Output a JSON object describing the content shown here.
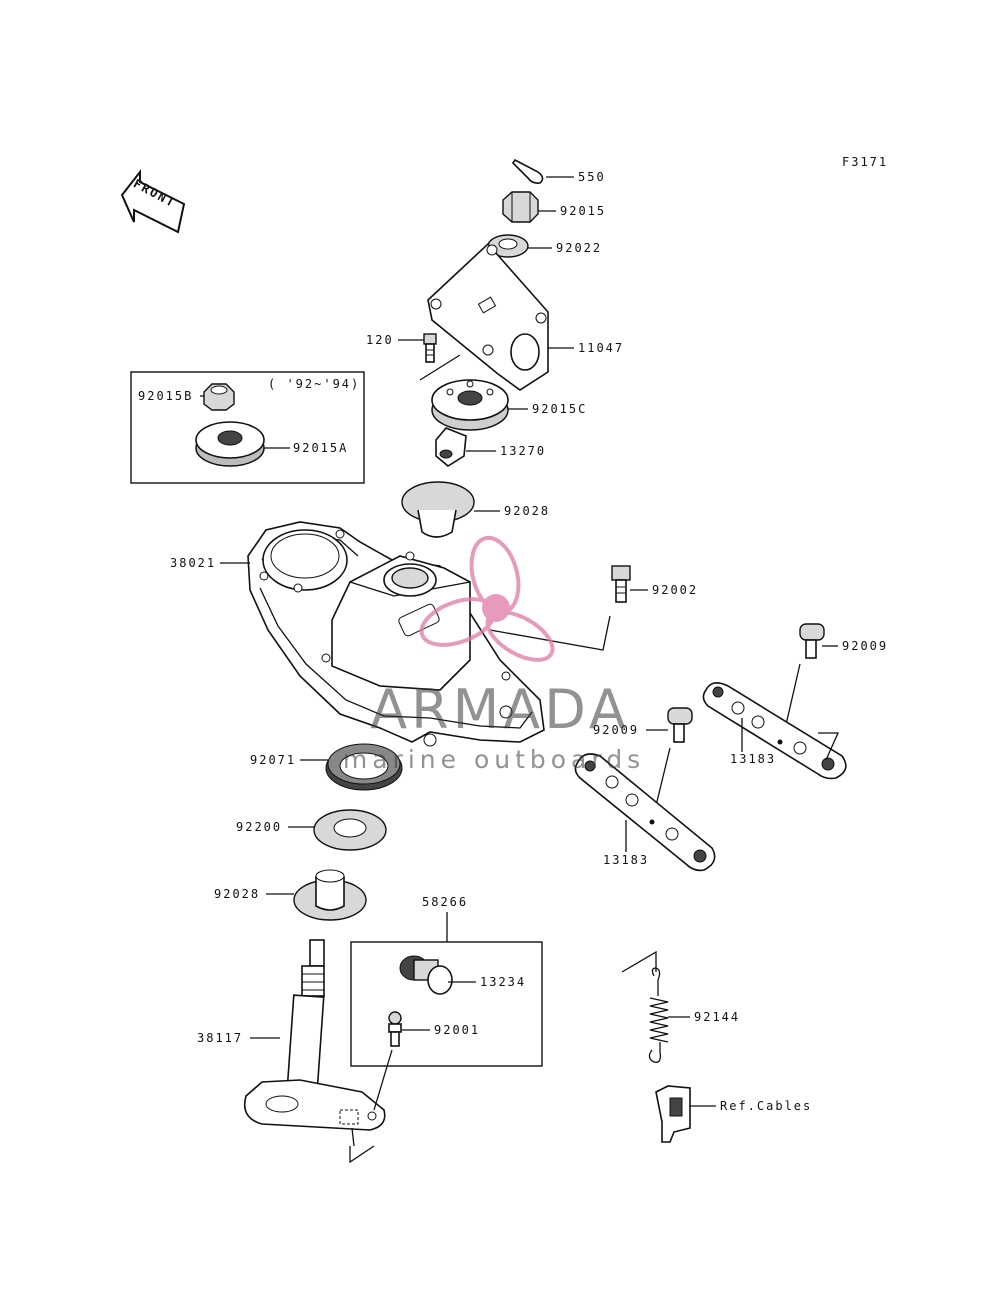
{
  "figure_code": "F3171",
  "front_arrow": "FRONT",
  "inset_years": "( '92~'94)",
  "labels": {
    "p550": "550",
    "p92015": "92015",
    "p92022": "92022",
    "p11047": "11047",
    "p120": "120",
    "p92015C": "92015C",
    "p92015B": "92015B",
    "p92015A": "92015A",
    "p13270": "13270",
    "p92028a": "92028",
    "p38021": "38021",
    "p92002": "92002",
    "p92009a": "92009",
    "p92009b": "92009",
    "p92071": "92071",
    "p13183a": "13183",
    "p13183b": "13183",
    "p92200": "92200",
    "p92028b": "92028",
    "p58266": "58266",
    "p13234": "13234",
    "p92001": "92001",
    "p38117": "38117",
    "p92144": "92144",
    "ref_cables": "Ref.Cables"
  },
  "watermark": {
    "brand": "ARMADA",
    "tagline": "marine outboards",
    "accent_color": "#e07aa6"
  }
}
